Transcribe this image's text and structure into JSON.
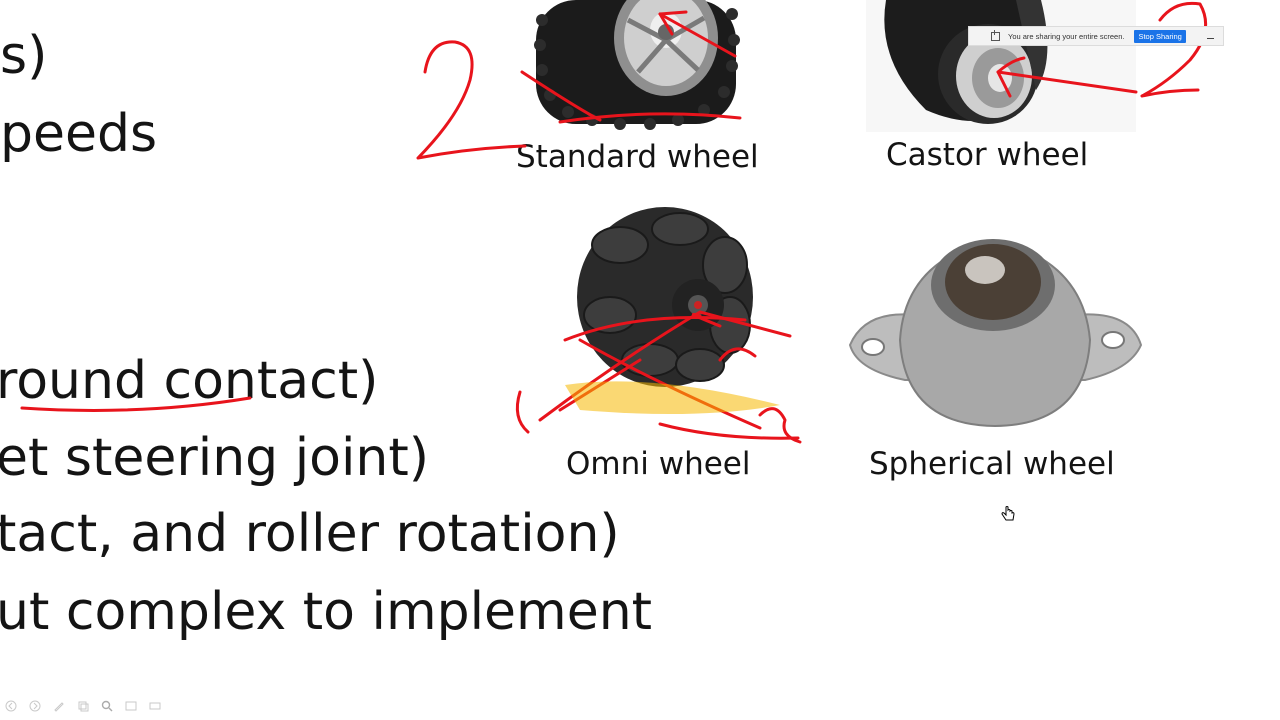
{
  "slide": {
    "bullets": [
      "s)",
      "peeds",
      "round contact)",
      "et steering joint)",
      "tact, and roller rotation)",
      "ut complex to implement"
    ],
    "wheels": {
      "standard": "Standard wheel",
      "castor": "Castor wheel",
      "omni": "Omni wheel",
      "spherical": "Spherical wheel"
    },
    "annotations": {
      "left_number": "2",
      "right_number": "2"
    }
  },
  "share_bar": {
    "message": "You are sharing your entire screen.",
    "stop_label": "Stop Sharing",
    "minimize_label": "–"
  },
  "toolbar": {
    "buttons": [
      "previous-icon",
      "next-icon",
      "pen-icon",
      "copy-icon",
      "zoom-icon",
      "grid-icon",
      "more-icon"
    ]
  },
  "colors": {
    "ink": "#e8141c",
    "text": "#141414",
    "stop_button": "#1a73e8",
    "highlight": "#f5b800"
  }
}
